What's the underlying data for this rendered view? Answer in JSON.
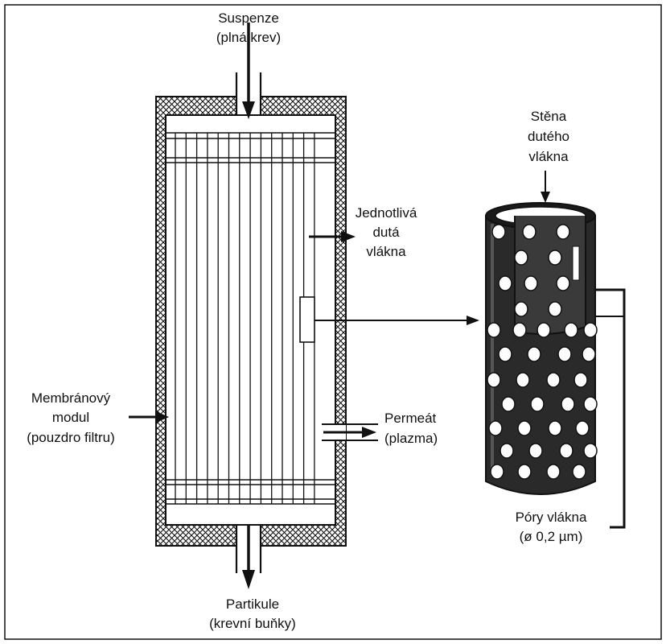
{
  "labels": {
    "inlet": [
      "Suspenze",
      "(plná krev)"
    ],
    "outlet": [
      "Partikule",
      "(krevní buňky)"
    ],
    "module": [
      "Membránový",
      "modul",
      "(pouzdro filtru)"
    ],
    "fibers": [
      "Jednotlivá",
      "dutá",
      "vlákna"
    ],
    "permeate": [
      "Permeát",
      "(plazma)"
    ],
    "wall": [
      "Stěna",
      "dutého",
      "vlákna"
    ],
    "pores": [
      "Póry vlákna",
      "(ø 0,2 µm)"
    ]
  },
  "colors": {
    "ink": "#111111",
    "paper": "#ffffff"
  }
}
